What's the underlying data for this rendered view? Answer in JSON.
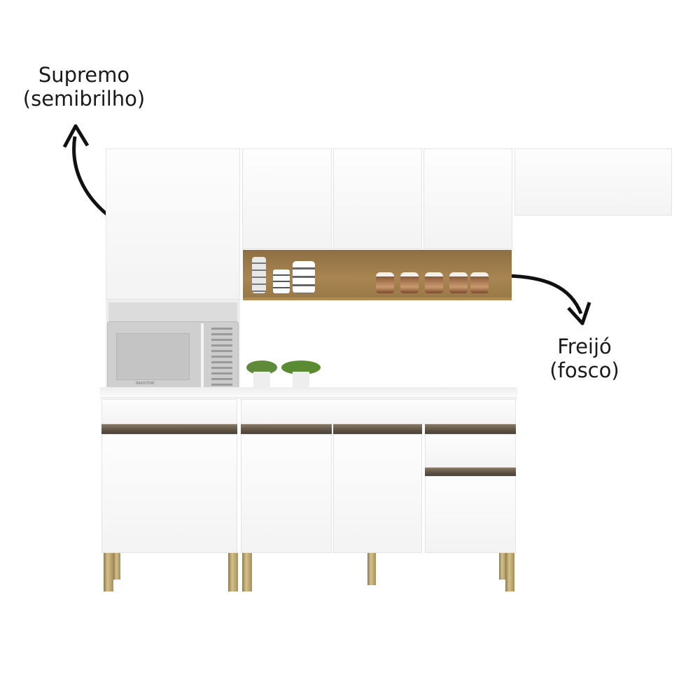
{
  "labels": {
    "upper_material": {
      "line1": "Supremo",
      "line2": "(semibrilho)"
    },
    "niche_material": {
      "line1": "Freijó",
      "line2": "(fosco)"
    }
  },
  "colors": {
    "white_finish": "#f7f7f7",
    "wood_finish": "#9c7b4c",
    "handle": "#5e5244",
    "legs": "#b8a26c"
  },
  "microwave_brand": "BRASTEMP"
}
